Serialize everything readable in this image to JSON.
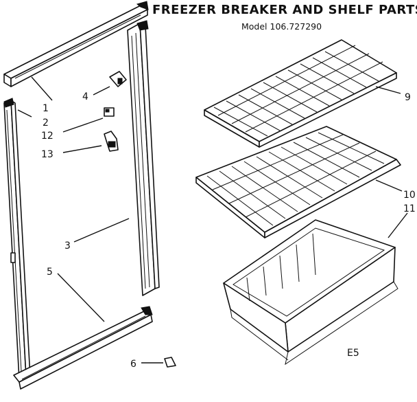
{
  "header": {
    "title": "FREEZER BREAKER AND SHELF PARTS",
    "model": "Model 106.727290"
  },
  "callouts": [
    {
      "id": "1",
      "label": "1"
    },
    {
      "id": "2",
      "label": "2"
    },
    {
      "id": "3",
      "label": "3"
    },
    {
      "id": "4",
      "label": "4"
    },
    {
      "id": "5",
      "label": "5"
    },
    {
      "id": "6",
      "label": "6"
    },
    {
      "id": "9",
      "label": "9"
    },
    {
      "id": "10",
      "label": "10"
    },
    {
      "id": "11",
      "label": "11"
    },
    {
      "id": "12",
      "label": "12"
    },
    {
      "id": "13",
      "label": "13"
    }
  ],
  "footer": {
    "code": "E5"
  }
}
